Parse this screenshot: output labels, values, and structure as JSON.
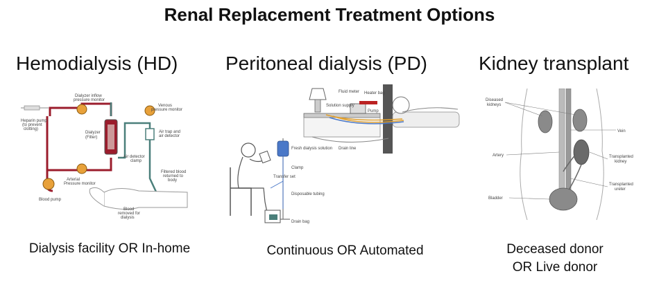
{
  "title": "Renal Replacement Treatment Options",
  "columns": [
    {
      "heading": "Hemodialysis (HD)",
      "caption": "Dialysis facility OR In-home",
      "labels": {
        "dialyzer_inflow": "Dialyzer inflow",
        "dialyzer_inflow2": "pressure monitor",
        "heparin": "Heparin pump",
        "heparin2": "(to prevent",
        "heparin3": "clotting)",
        "dialyzer": "Dialyzer",
        "dialyzer2": "(Filter)",
        "venous": "Venous",
        "venous2": "pressure monitor",
        "air_trap": "Air trap and",
        "air_trap2": "air detector",
        "air_clamp": "Air detector",
        "air_clamp2": "clamp",
        "arterial": "Arterial",
        "arterial2": "Pressure monitor",
        "filtered": "Filtered blood",
        "filtered2": "returned to",
        "filtered3": "body",
        "blood_pump": "Blood pump",
        "removed": "Blood",
        "removed2": "removed for",
        "removed3": "dialysis"
      }
    },
    {
      "heading": "Peritoneal dialysis (PD)",
      "caption": "Continuous OR Automated",
      "labels": {
        "fluid_meter": "Fluid meter",
        "heater_bag": "Heater bag",
        "solution_supply": "Solution supply",
        "pump": "Pump",
        "drain_line": "Drain line",
        "fresh": "Fresh dialysis solution",
        "clamp": "Clamp",
        "transfer": "Transfer set",
        "tubing": "Disposable tubing",
        "drain_bag": "Drain bag"
      }
    },
    {
      "heading": "Kidney transplant",
      "caption_line1": "Deceased donor",
      "caption_line2": "OR Live donor",
      "labels": {
        "diseased": "Diseased",
        "diseased2": "kidneys",
        "vein": "Vein",
        "artery": "Artery",
        "transplanted": "Transplanted",
        "transplanted2": "kidney",
        "ureter": "Transplanted",
        "ureter2": "ureter",
        "bladder": "Bladder"
      }
    }
  ],
  "colors": {
    "blood_line": "#9b1c2c",
    "return_line": "#4a7f7a",
    "pump": "#e8a13a",
    "fluid": "#e0a030",
    "solution": "#4a78c8",
    "kidney": "#8a8a8a"
  }
}
